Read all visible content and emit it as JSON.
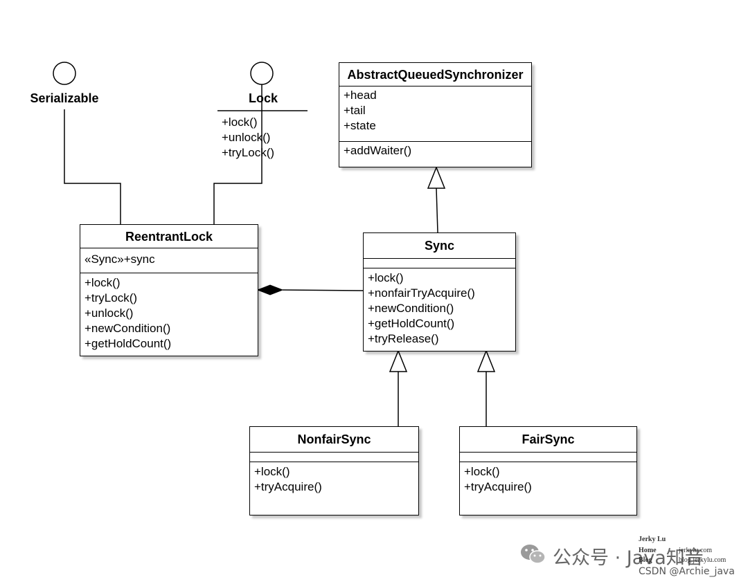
{
  "interfaces": {
    "serializable": {
      "name": "Serializable"
    },
    "lock": {
      "name": "Lock",
      "operations": [
        "+lock()",
        "+unlock()",
        "+tryLock()"
      ]
    }
  },
  "classes": {
    "aqs": {
      "name": "AbstractQueuedSynchronizer",
      "attributes": [
        "+head",
        "+tail",
        "+state"
      ],
      "operations": [
        "+addWaiter()"
      ]
    },
    "reentrant_lock": {
      "name": "ReentrantLock",
      "attributes": [
        "«Sync»+sync"
      ],
      "operations": [
        "+lock()",
        "+tryLock()",
        "+unlock()",
        "+newCondition()",
        "+getHoldCount()"
      ]
    },
    "sync": {
      "name": "Sync",
      "attributes": [],
      "operations": [
        "+lock()",
        "+nonfairTryAcquire()",
        "+newCondition()",
        "+getHoldCount()",
        "+tryRelease()"
      ]
    },
    "nonfair_sync": {
      "name": "NonfairSync",
      "attributes": [],
      "operations": [
        "+lock()",
        "+tryAcquire()"
      ]
    },
    "fair_sync": {
      "name": "FairSync",
      "attributes": [],
      "operations": [
        "+lock()",
        "+tryAcquire()"
      ]
    }
  },
  "watermark": {
    "wechat_text": "公众号 · Java知音",
    "csdn_text": "CSDN @Archie_java",
    "jerky": {
      "name": "Jerky Lu",
      "links": [
        "Home",
        "Blog"
      ],
      "sites": [
        "jerkylu.com",
        "blog.jerkylu.com"
      ]
    }
  }
}
